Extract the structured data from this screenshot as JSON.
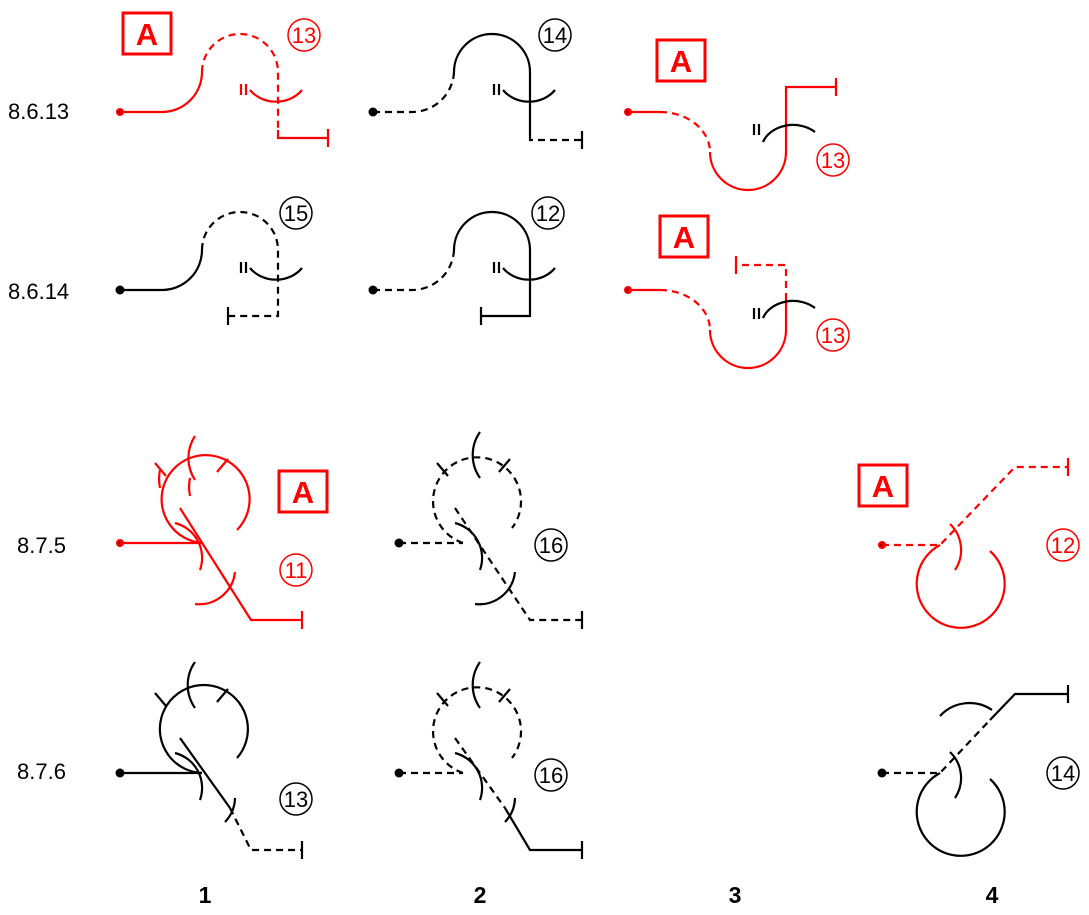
{
  "colors": {
    "correct": "#ff0000",
    "normal": "#000000"
  },
  "row_labels": [
    "8.6.13",
    "8.6.14",
    "8.7.5",
    "8.7.6"
  ],
  "column_labels": [
    "1",
    "2",
    "3",
    "4"
  ],
  "answer_mark": "A",
  "figures": [
    {
      "id": "r1c1",
      "row": "8.6.13",
      "column": "1",
      "shape": "hook-up",
      "score": "13",
      "correct": true
    },
    {
      "id": "r1c2",
      "row": "8.6.13",
      "column": "2",
      "shape": "hook-up",
      "score": "14",
      "correct": false
    },
    {
      "id": "r1c3",
      "row": "8.6.13",
      "column": "3",
      "shape": "hook-down",
      "score": "13",
      "correct": true
    },
    {
      "id": "r2c1",
      "row": "8.6.14",
      "column": "1",
      "shape": "hook-up",
      "score": "15",
      "correct": false
    },
    {
      "id": "r2c2",
      "row": "8.6.14",
      "column": "2",
      "shape": "hook-up",
      "score": "12",
      "correct": false
    },
    {
      "id": "r2c3",
      "row": "8.6.14",
      "column": "3",
      "shape": "hook-down",
      "score": "13",
      "correct": true
    },
    {
      "id": "r3c1",
      "row": "8.7.5",
      "column": "1",
      "shape": "loop-above",
      "score": "11",
      "correct": true
    },
    {
      "id": "r3c2",
      "row": "8.7.5",
      "column": "2",
      "shape": "loop-above",
      "score": "16",
      "correct": false
    },
    {
      "id": "r3c4",
      "row": "8.7.5",
      "column": "4",
      "shape": "loop-below",
      "score": "12",
      "correct": true
    },
    {
      "id": "r4c1",
      "row": "8.7.6",
      "column": "1",
      "shape": "loop-above",
      "score": "13",
      "correct": false
    },
    {
      "id": "r4c2",
      "row": "8.7.6",
      "column": "2",
      "shape": "loop-above",
      "score": "16",
      "correct": false
    },
    {
      "id": "r4c4",
      "row": "8.7.6",
      "column": "4",
      "shape": "loop-below",
      "score": "14",
      "correct": false
    }
  ]
}
